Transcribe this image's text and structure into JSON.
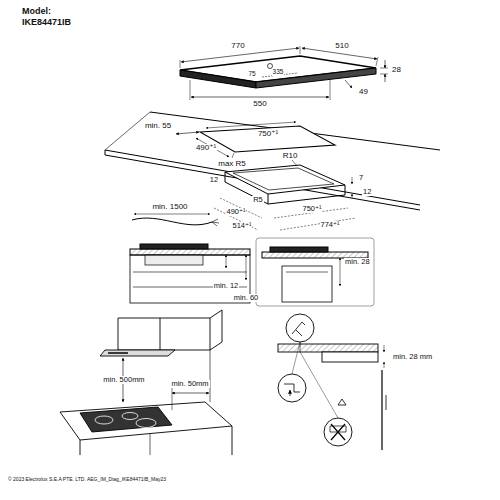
{
  "diagram": {
    "labels": [
      "Model:",
      "IKE84471IB",
      "770",
      "510",
      "75",
      "335",
      "28",
      "49",
      "550",
      "min. 55",
      "490⁺¹",
      "750⁺¹",
      "max R5",
      "R10",
      "7",
      "12",
      "R5",
      "12",
      "490⁺¹",
      "750⁺¹",
      "514⁺¹",
      "774⁺¹",
      "min. 1500",
      "min. 12",
      "min. 60",
      "min. 28",
      "min. 500mm",
      "min. 50mm",
      "min. 28 mm",
      "© 2023 Electrolux S.E.A PTE. LTD.   AEG_IM_Diag_IKE84471IB_May23"
    ]
  }
}
